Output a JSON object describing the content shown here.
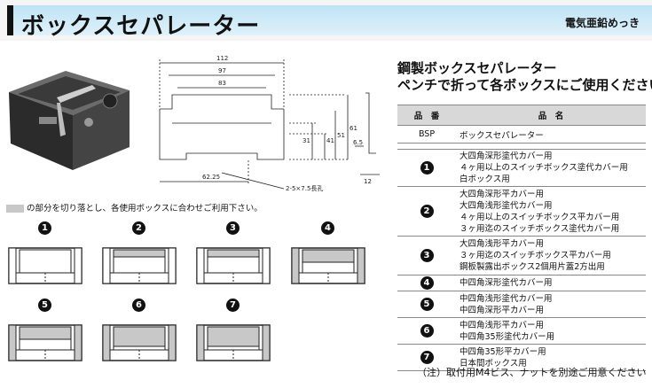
{
  "header": {
    "title": "ボックスセパレーター",
    "finish": "電気亜鉛めっき"
  },
  "product": {
    "line1": "鋼製ボックスセパレーター",
    "line2": "ペンチで折って各ボックスにご使用ください。"
  },
  "dimensions": {
    "d112": "112",
    "d97": "97",
    "d83": "83",
    "d61": "61",
    "d51": "51",
    "d41": "41",
    "d31": "31",
    "d62_25": "62.25",
    "slot": "2-5×7.5長孔",
    "d6_5": "6.5",
    "d12": "12"
  },
  "cut_note": "の部分を切り落とし、各使用ボックスに合わせご利用下さい。",
  "table": {
    "header_no": "品　番",
    "header_name": "品　名",
    "bsp_no": "BSP",
    "bsp_name": "ボックスセパレーター",
    "rows": [
      {
        "num": "1",
        "lines": [
          "大四角深形塗代カバー用",
          "４ヶ用以上のスイッチボックス塗代カバー用",
          "白ボックス用"
        ]
      },
      {
        "num": "2",
        "lines": [
          "大四角深形平カバー用",
          "大四角浅形塗代カバー用",
          "４ヶ用以上のスイッチボックス平カバー用",
          "３ヶ用迄のスイッチボックス塗代カバー用"
        ]
      },
      {
        "num": "3",
        "lines": [
          "大四角浅形平カバー用",
          "３ヶ用迄のスイッチボックス平カバー用",
          "鋼板製露出ボックス2個用片蓋2方出用"
        ]
      },
      {
        "num": "4",
        "lines": [
          "中四角深形塗代カバー用"
        ]
      },
      {
        "num": "5",
        "lines": [
          "中四角浅形塗代カバー用",
          "中四角深形平カバー用"
        ]
      },
      {
        "num": "6",
        "lines": [
          "中四角浅形平カバー用",
          "中四角35形塗代カバー用"
        ]
      },
      {
        "num": "7",
        "lines": [
          "中四角35形平カバー用",
          "日本間ボックス用"
        ]
      }
    ]
  },
  "configs": [
    "1",
    "2",
    "3",
    "4",
    "5",
    "6",
    "7"
  ],
  "footnote": "（注）取付用M4ビス、ナットを別途ご用意ください",
  "colors": {
    "header_band": "#cfeaf7",
    "cut_gray": "#c8c8c8",
    "table_header": "#d8d8d8"
  }
}
